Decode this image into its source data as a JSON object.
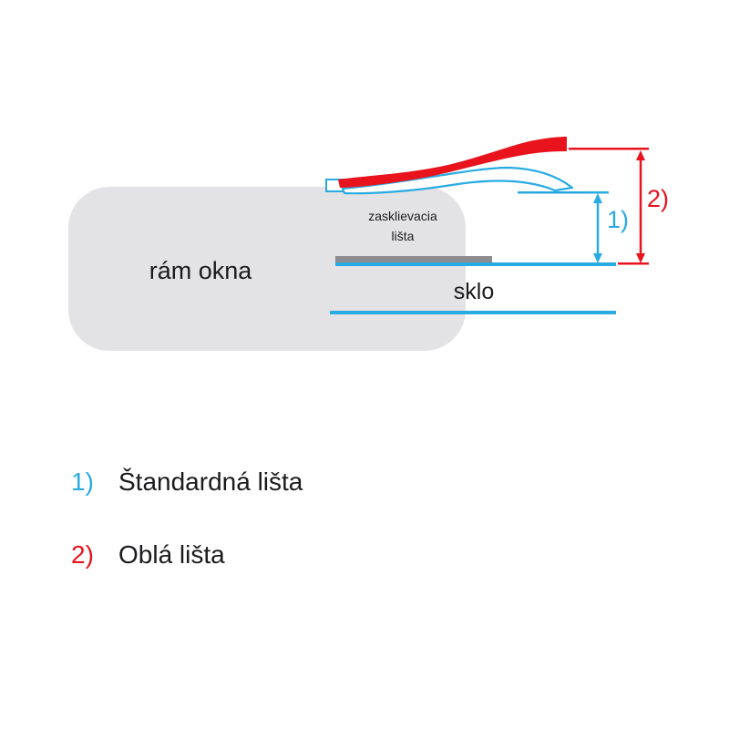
{
  "colors": {
    "cyan": "#29abe2",
    "red": "#e8131d",
    "frame_gray": "#e3e3e5",
    "bar_gray": "#8b8b90",
    "text": "#1b1b1d"
  },
  "diagram": {
    "frame_label": "rám okna",
    "bead_label_line1": "zasklievacia",
    "bead_label_line2": "lišta",
    "glass_label": "sklo",
    "dim1": "1)",
    "dim2": "2)"
  },
  "legend": [
    {
      "num": "1)",
      "label": "Štandardná lišta"
    },
    {
      "num": "2)",
      "label": "Oblá lišta"
    }
  ]
}
